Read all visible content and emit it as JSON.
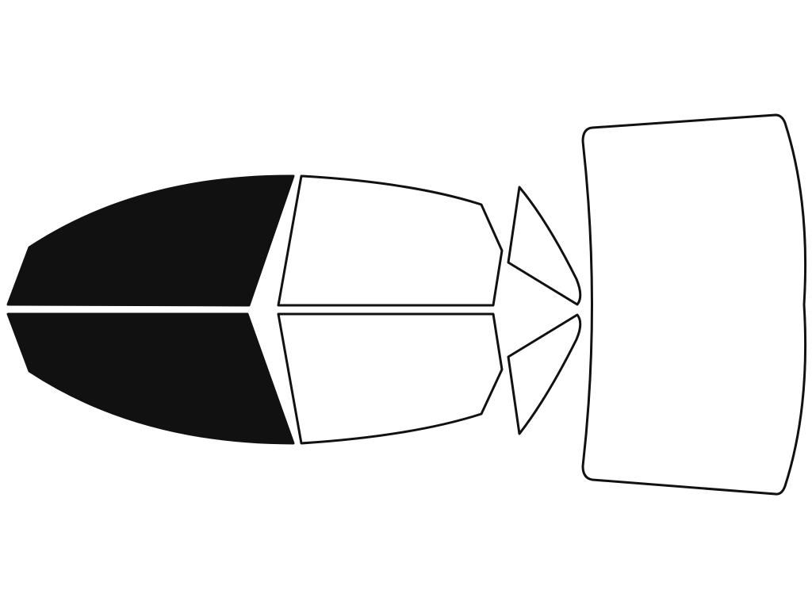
{
  "diagram": {
    "colors": {
      "background": "#ffffff",
      "outline": "#111111",
      "tinted": "#111111",
      "untinted": "#ffffff"
    },
    "panes": [
      {
        "name": "front-door-window-top",
        "tinted": true
      },
      {
        "name": "front-door-window-bottom",
        "tinted": true
      },
      {
        "name": "rear-door-window-top",
        "tinted": false
      },
      {
        "name": "rear-door-window-bottom",
        "tinted": false
      },
      {
        "name": "quarter-window-top",
        "tinted": false
      },
      {
        "name": "quarter-window-bottom",
        "tinted": false
      },
      {
        "name": "rear-windshield",
        "tinted": false
      }
    ]
  }
}
